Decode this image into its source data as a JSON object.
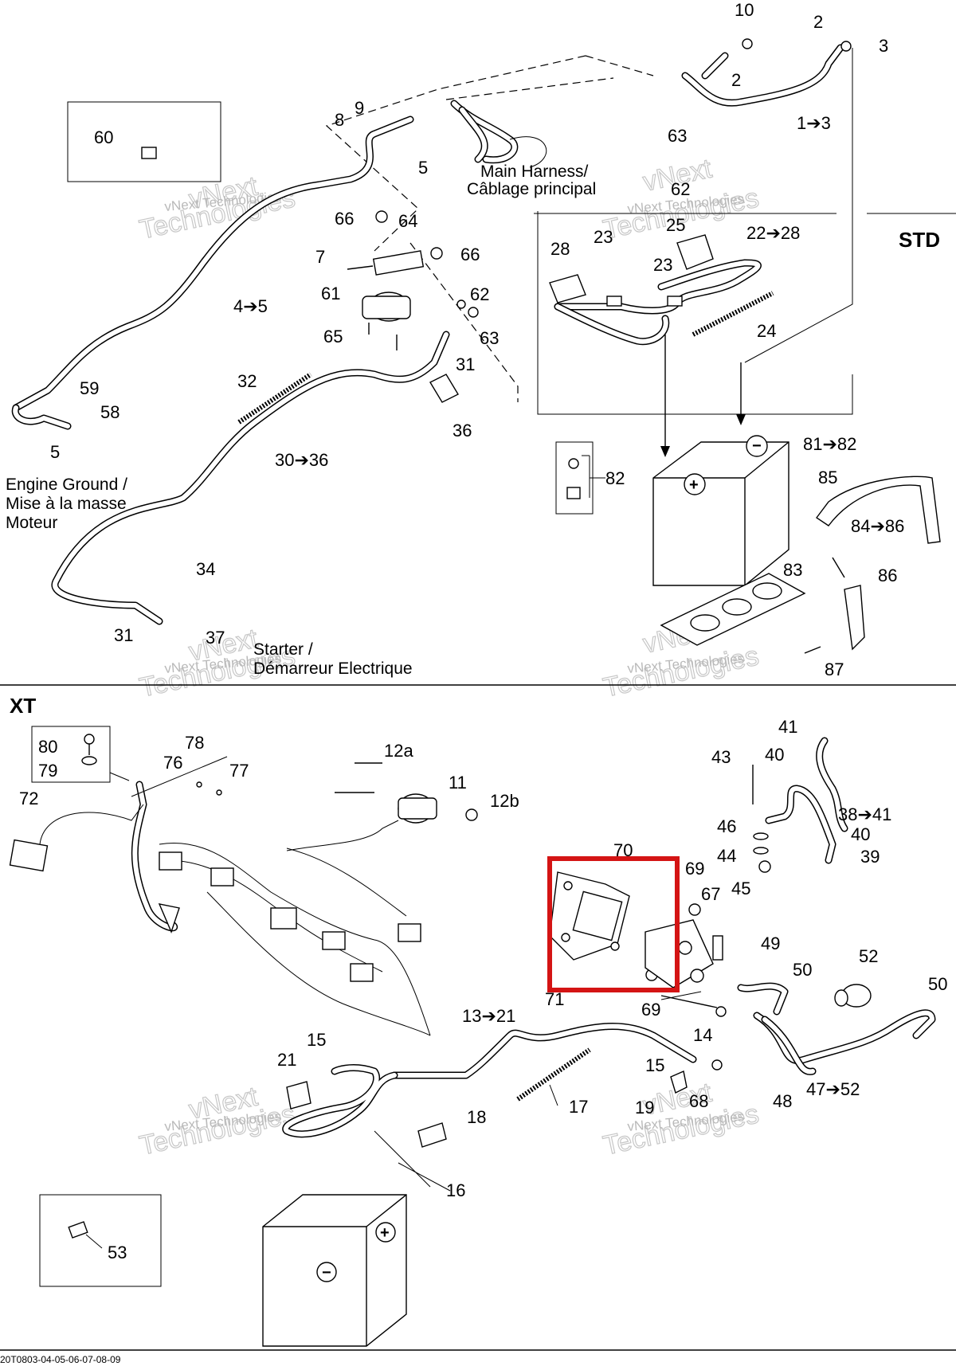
{
  "sections": {
    "std": "STD",
    "xt": "XT"
  },
  "captions": {
    "main_harness_1": "Main Harness/",
    "main_harness_2": "Câblage principal",
    "engine_ground_1": "Engine Ground /",
    "engine_ground_2": "Mise à la masse",
    "engine_ground_3": "Moteur",
    "starter_1": "Starter /",
    "starter_2": "Démarreur Electrique"
  },
  "watermark": {
    "company": "vNext Technologies",
    "big1": "vNext",
    "big2": "Technologies"
  },
  "footer": {
    "code": "20T0803-04-05-06-07-08-09"
  },
  "callouts": {
    "c10": "10",
    "c2a": "2",
    "c3": "3",
    "c2b": "2",
    "c1_3": "1➔3",
    "c9": "9",
    "c8": "8",
    "c5a": "5",
    "c60": "60",
    "c63a": "63",
    "c62a": "62",
    "c66a": "66",
    "c64": "64",
    "c7": "7",
    "c66b": "66",
    "c61": "61",
    "c62b": "62",
    "c63b": "63",
    "c65": "65",
    "c31a": "31",
    "c36": "36",
    "c4_5": "4➔5",
    "c32": "32",
    "c30_36": "30➔36",
    "c59": "59",
    "c58": "58",
    "c5b": "5",
    "c34": "34",
    "c31b": "31",
    "c37": "37",
    "c28": "28",
    "c23a": "23",
    "c25": "25",
    "c22_28": "22➔28",
    "c23b": "23",
    "c24": "24",
    "c81_82": "81➔82",
    "c82": "82",
    "c85": "85",
    "c84_86": "84➔86",
    "c83": "83",
    "c86": "86",
    "c87": "87",
    "c80": "80",
    "c79": "79",
    "c78": "78",
    "c76": "76",
    "c77": "77",
    "c72": "72",
    "c12a": "12a",
    "c11": "11",
    "c12b": "12b",
    "c41": "41",
    "c43": "43",
    "c40a": "40",
    "c38_41": "38➔41",
    "c46": "46",
    "c40b": "40",
    "c44": "44",
    "c39": "39",
    "c45": "45",
    "c70": "70",
    "c69a": "69",
    "c67": "67",
    "c71": "71",
    "c69b": "69",
    "c49": "49",
    "c50a": "50",
    "c52": "52",
    "c50b": "50",
    "c13_21": "13➔21",
    "c14": "14",
    "c15a": "15",
    "c15b": "15",
    "c21": "21",
    "c17": "17",
    "c19": "19",
    "c68": "68",
    "c48": "48",
    "c47_52": "47➔52",
    "c18": "18",
    "c16": "16",
    "c53": "53"
  },
  "battery_terminals": {
    "plus": "+",
    "minus": "−"
  },
  "colors": {
    "highlight": "#d41414",
    "ink": "#000000",
    "watermark": "#b9b9b9"
  }
}
